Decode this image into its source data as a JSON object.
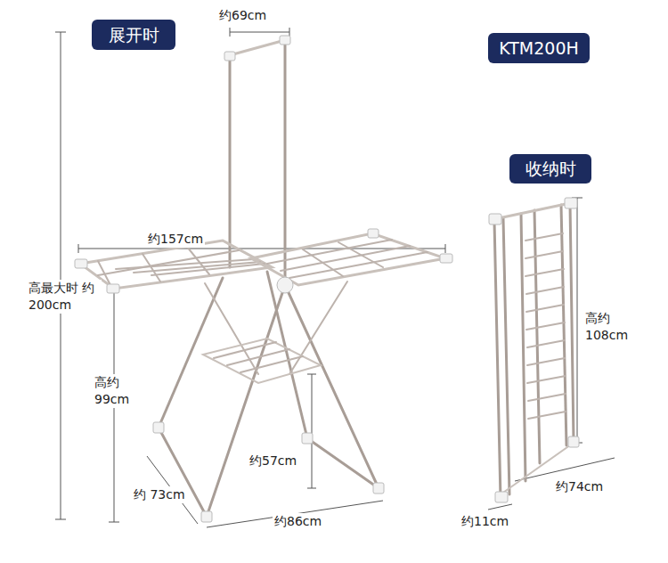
{
  "diagram": {
    "nodes": [
      {
        "text": [
          "展开时"
        ]
      },
      {
        "text": [
          "KTM200H"
        ]
      },
      {
        "text": [
          "收纳时"
        ]
      }
    ],
    "labels": [
      "约69cm",
      "约157cm",
      "高最大时 约200cm",
      "高约 99cm",
      "约57cm",
      "约 73cm",
      "约86cm",
      "高约 108cm",
      "约74cm",
      "约11cm"
    ]
  }
}
